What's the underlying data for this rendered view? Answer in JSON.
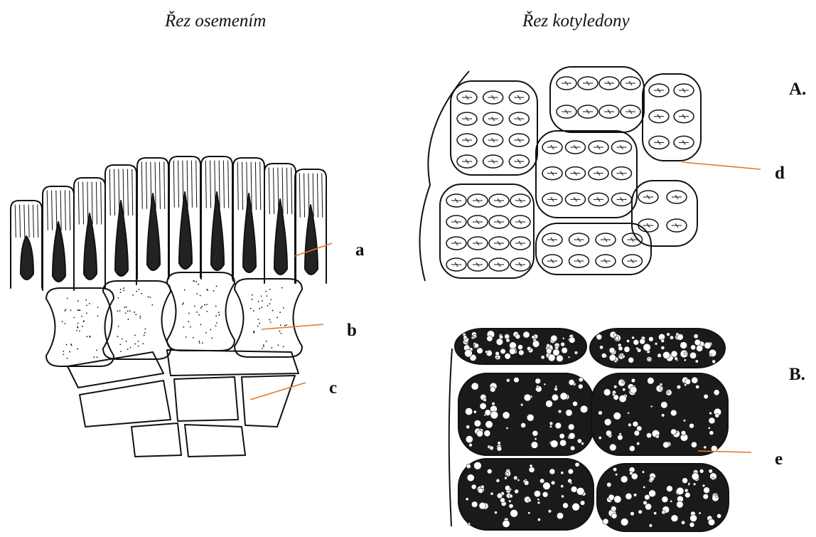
{
  "titles": {
    "left": "Řez osemením",
    "right": "Řez kotyledony"
  },
  "labels": {
    "a": "a",
    "b": "b",
    "c": "c",
    "d": "d",
    "e": "e",
    "A": "A.",
    "B": "B."
  },
  "colors": {
    "line": "#111111",
    "leader": "#e07a2e"
  }
}
